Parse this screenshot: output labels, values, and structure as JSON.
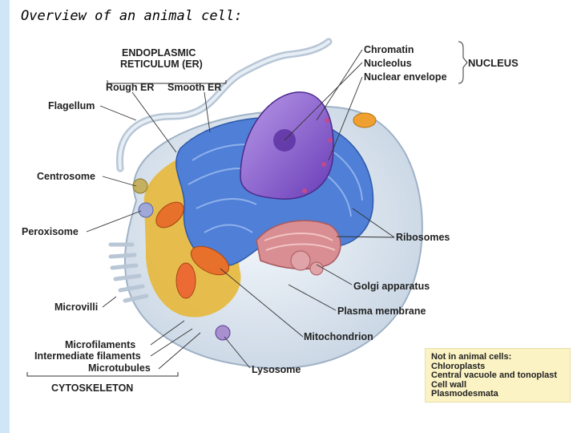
{
  "slide": {
    "title": "Overview of an animal cell:"
  },
  "labels": {
    "er_title_line1": "ENDOPLASMIC",
    "er_title_line2": "RETICULUM (ER)",
    "rough_er": "Rough ER",
    "smooth_er": "Smooth ER",
    "flagellum": "Flagellum",
    "centrosome": "Centrosome",
    "peroxisome": "Peroxisome",
    "microvilli": "Microvilli",
    "microfilaments": "Microfilaments",
    "intermediate_filaments": "Intermediate filaments",
    "microtubules": "Microtubules",
    "cytoskeleton": "CYTOSKELETON",
    "chromatin": "Chromatin",
    "nucleolus": "Nucleolus",
    "nuclear_envelope": "Nuclear envelope",
    "nucleus": "NUCLEUS",
    "ribosomes": "Ribosomes",
    "golgi": "Golgi apparatus",
    "plasma_membrane": "Plasma membrane",
    "mitochondrion": "Mitochondrion",
    "lysosome": "Lysosome"
  },
  "note_box": {
    "heading": "Not in animal cells:",
    "items": [
      "Chloroplasts",
      "Central vacuole and tonoplast",
      "Cell wall",
      "Plasmodesmata"
    ],
    "color": "#fbf3c4"
  },
  "colors": {
    "cytoplasm": "#e7b83a",
    "er": "#4f7fd6",
    "nucleus": "#8a5ed4",
    "golgi": "#d88e92",
    "mitochondria": "#e7702a",
    "membrane": "#e8eef5"
  }
}
